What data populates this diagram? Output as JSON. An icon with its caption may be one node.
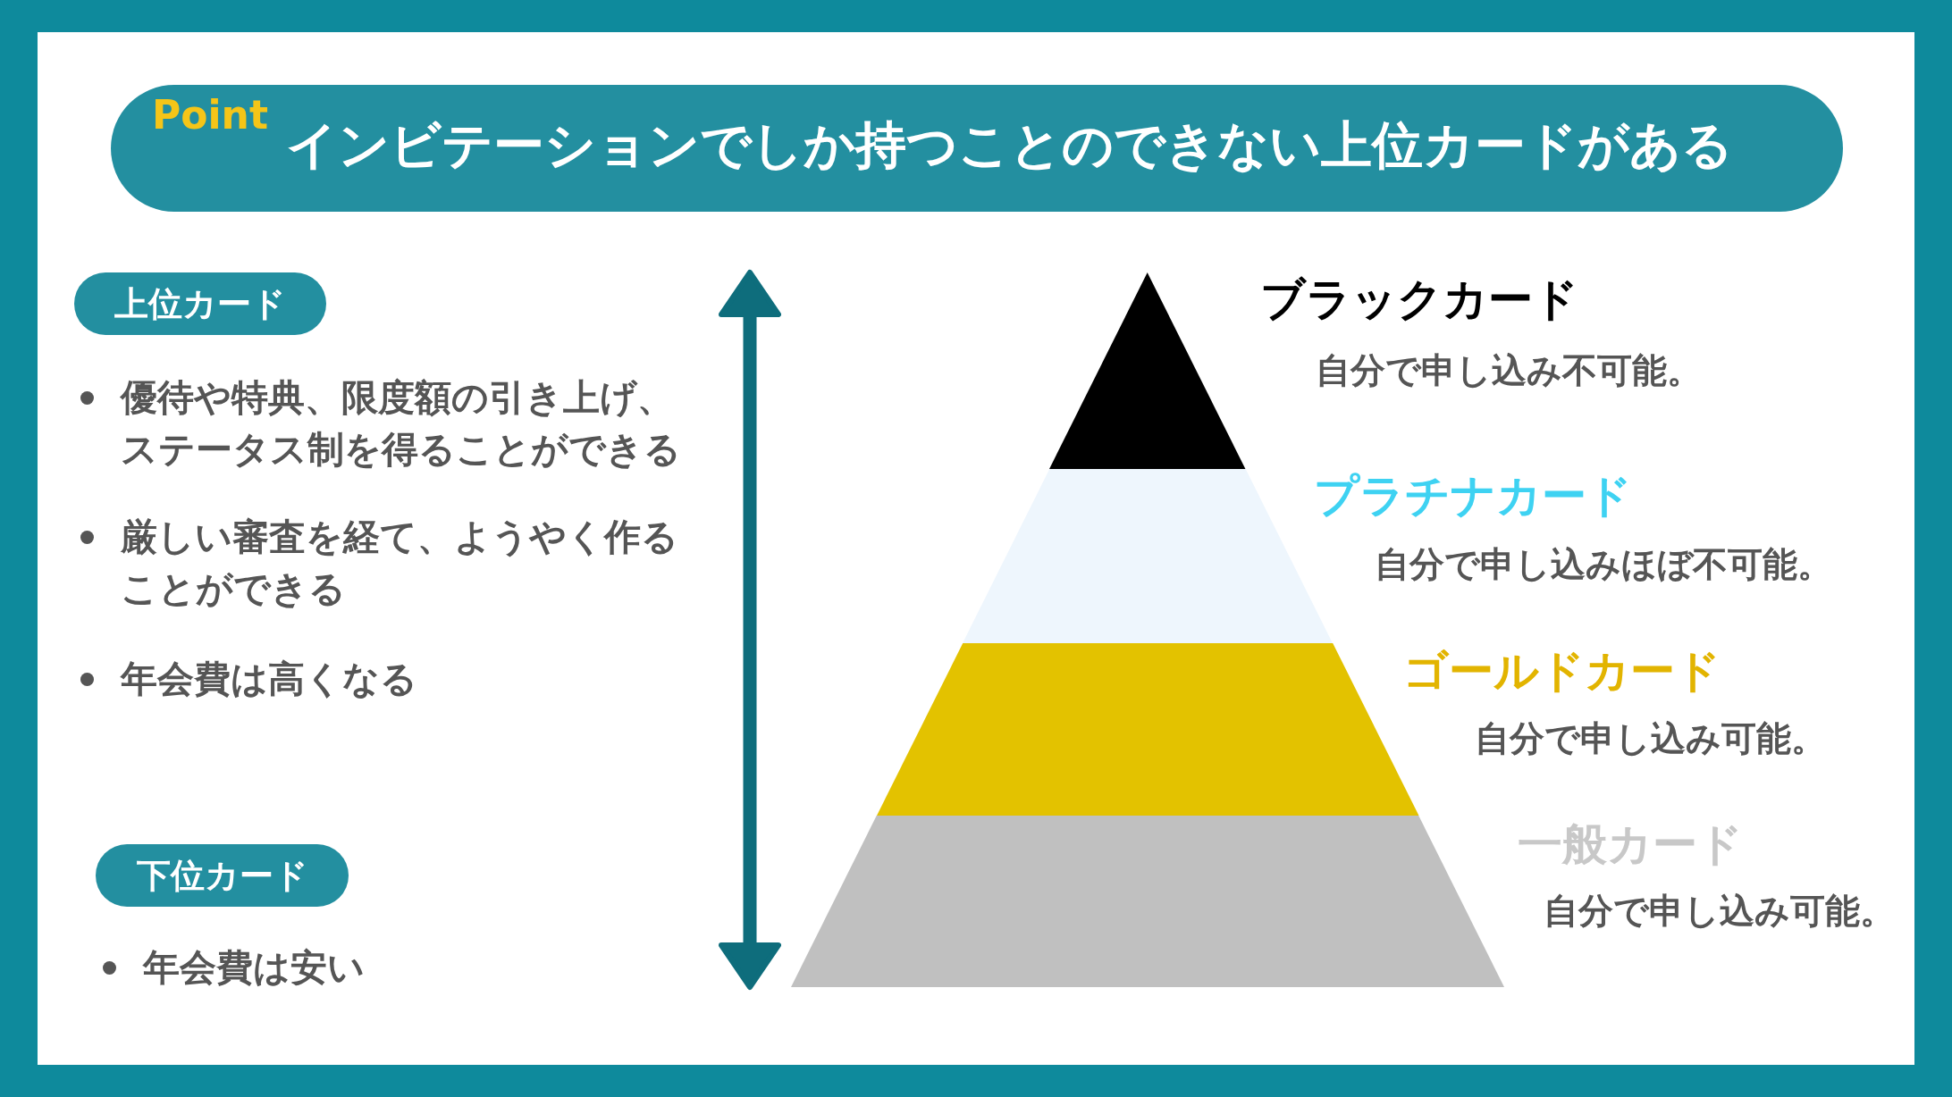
{
  "diagram": {
    "nodes": [
      {
        "text": [
          "Point",
          "インビテーションでしか持つことのできない上位カードがある"
        ]
      },
      {
        "text": [
          "上位カード"
        ]
      },
      {
        "text": [
          "下位カード"
        ]
      },
      {
        "text": [],
        "shape": "triangle",
        "beside": [
          "ブラックカード",
          "自分で申し込み不可能。"
        ]
      },
      {
        "text": [],
        "shape": "band",
        "beside": [
          "プラチナカード",
          "自分で申し込みほぼ不可能。"
        ]
      },
      {
        "text": [],
        "shape": "band",
        "beside": [
          "ゴールドカード",
          "自分で申し込み可能。"
        ]
      },
      {
        "text": [],
        "shape": "band",
        "beside": [
          "一般カード",
          "自分で申し込み可能。"
        ]
      }
    ],
    "labels": [
      "**優待や特典、限度額の引き上げ、ステータス制**を得ることができる",
      "厳しい審査を経て、ようやく作ることができる",
      "年会費は高くなる",
      "年会費は安い"
    ]
  }
}
